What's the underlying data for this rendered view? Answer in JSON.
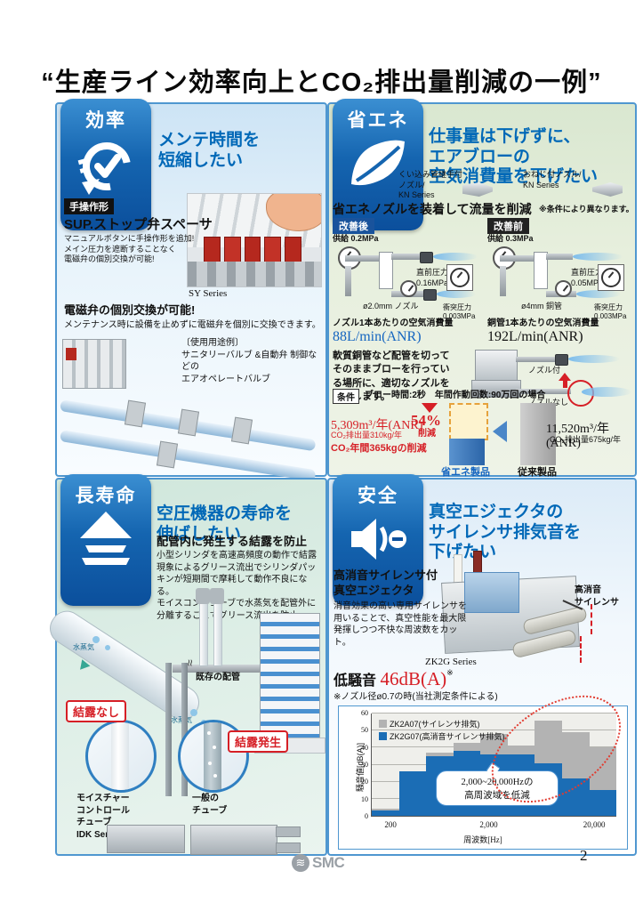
{
  "page": {
    "title": "“生産ライン効率向上とCO₂排出量削減の一例”"
  },
  "footer": {
    "brand": "SMC",
    "page_number": "2"
  },
  "efficiency": {
    "badge": "効率",
    "heading": "メンテ時間を\n短縮したい",
    "tag": "手操作形",
    "product": "SUP.ストップ弁スペーサ",
    "body1": "マニュアルボタンに手操作形を追加!\nメイン圧力を遮断することなく\n電磁弁の個別交換が可能!",
    "photo_caption": "SY Series",
    "subhead2": "電磁弁の個別交換が可能!",
    "body2": "メンテナンス時に設備を止めずに電磁弁を個別に交換できます。",
    "use_note": "〔使用用途例〕\nサニタリーバルブ &自動弁 制御などの\nエアオペレートバルブ"
  },
  "energy": {
    "badge": "省エネ",
    "heading": "仕事量は下げずに、\nエアブローの\n空気消費量を下げたい",
    "nozzle1": "くい込み管継手付\nノズル/\nKN Series",
    "nozzle2": "おねじ付ノズル/\nKN Series",
    "section_title": "省エネノズルを装着して流量を削減",
    "section_note": "※条件により異なります。",
    "after_label": "改善後",
    "after_supply": "供給 0.2MPa",
    "after_pre": "直前圧力\n0.16MPa",
    "after_nozzle": "ø2.0mm ノズル",
    "after_impact": "衝突圧力\n0.003MPa",
    "after_cons_label": "ノズル1本あたりの空気消費量",
    "after_cons_value": "88L/min(ANR)",
    "before_label": "改善前",
    "before_supply": "供給 0.3MPa",
    "before_pre": "直前圧力\n0.05MPa",
    "before_pipe": "ø4mm 銅管",
    "before_impact": "衝突圧力\n0.003MPa",
    "before_cons_label": "銅管1本あたりの空気消費量",
    "before_cons_value": "192L/min(ANR)",
    "body": "軟質銅管など配管を切って\nそのままブローを行ってい\nる場所に、適切なノズルを\n設置します。",
    "with_nozzle": "ノズル付",
    "without_nozzle": "ノズルなし",
    "condition_label": "条件",
    "condition_text": "ブロー時間:2秒　年間作動回数:90万回の場合",
    "reduction_pct": "54%",
    "reduction_word": "削減",
    "eco_value": "5,309m³/年(ANR)",
    "eco_co2": "CO₂排出量310kg/年",
    "eco_saving": "CO₂年間365kgの削減",
    "eco_bar_label": "省エネ製品",
    "conv_value": "11,520m³/年(ANR)",
    "conv_co2": "CO₂排出量675kg/年",
    "conv_bar_label": "従来製品"
  },
  "longlife": {
    "badge": "長寿命",
    "heading": "空圧機器の寿命を\n伸ばしたい",
    "subhead": "配管内に発生する結露を防止",
    "body": "小型シリンダを高速高頻度の動作で結露現象によるグリース流出でシリンダパッキンが短期間で摩耗して動作不良になる。\nモイスコンチューブで水蒸気を配管外に分離することでグリース流出を防止。",
    "existing_pipe": "既存の配管",
    "vapor": "水蒸気",
    "no_condensation": "結露なし",
    "condensation": "結露発生",
    "tube1": "モイスチャー\nコントロール\nチューブ\nIDK Series",
    "tube2": "一般の\nチューブ"
  },
  "safety": {
    "badge": "安全",
    "heading": "真空エジェクタの\nサイレンサ排気音を\n下げたい",
    "product": "高消音サイレンサ付\n真空エジェクタ",
    "body": "消音効果の高い専用サイレンサを用いることで、真空性能を最大限発揮しつつ不快な周波数をカット。",
    "silencer_label": "高消音\nサイレンサ",
    "series": "ZK2G Series",
    "noise_label": "低騒音",
    "noise_value": "46dB(A)",
    "noise_ref": "※",
    "noise_note": "※ノズル径ø0.7の時(当社測定条件による)"
  },
  "chart_data": {
    "type": "bar",
    "series": [
      {
        "name": "ZK2A07(サイレンサ排気)",
        "color": "#b3b3b3",
        "values": [
          4,
          26,
          37,
          43,
          48,
          41,
          56,
          49,
          40
        ]
      },
      {
        "name": "ZK2G07(高消音サイレンサ排気)",
        "color": "#1b6db5",
        "values": [
          3,
          26,
          35,
          38,
          36,
          36,
          31,
          22,
          15
        ]
      }
    ],
    "x_tick_labels": [
      "200",
      "2,000",
      "20,000"
    ],
    "xlabel": "周波数[Hz]",
    "ylabel": "騒音値[dB(A)]",
    "ylim": [
      0,
      60
    ],
    "yticks": [
      0,
      10,
      20,
      30,
      40,
      50,
      60
    ],
    "grid": true,
    "legend_position": "top-left",
    "annotation": "2,000~20,000Hzの\n高周波域を低減"
  }
}
